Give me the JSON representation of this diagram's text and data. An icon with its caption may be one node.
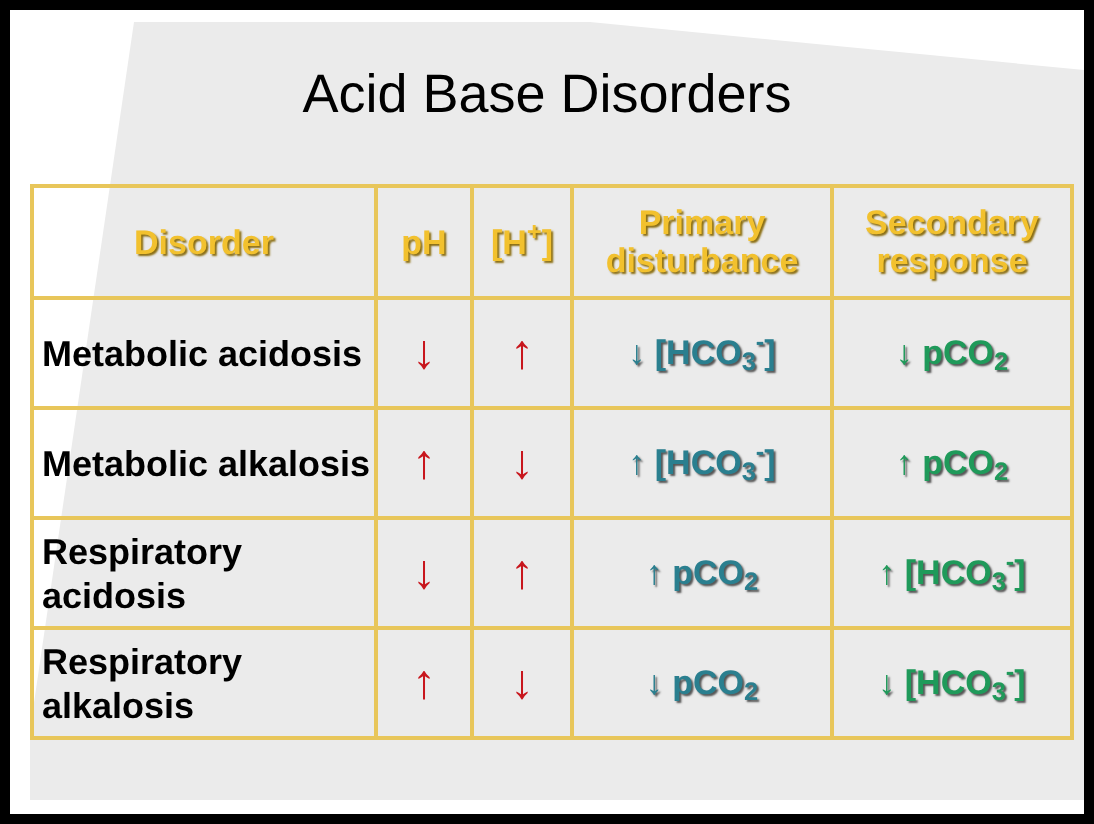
{
  "diagram": {
    "title": "Acid Base Disorders",
    "labels": [
      "Disorder",
      "pH",
      "[H$^{+}$]",
      "Primary disturbance",
      "Secondary response",
      "Metabolic acidosis",
      "↓",
      "↑",
      "↓ [HCO$_{3}$$^{-}$]",
      "↓ pCO$_{2}$",
      "Metabolic alkalosis",
      "↑",
      "↓",
      "↑ [HCO$_{3}$$^{-}$]",
      "↑ pCO$_{2}$",
      "Respiratory acidosis",
      "↓",
      "↑",
      "↑ pCO$_{2}$",
      "↑ [HCO$_{3}$$^{-}$]",
      "Respiratory alkalosis",
      "↑",
      "↓",
      "↓ pCO$_{2}$",
      "↓ [HCO$_{3}$$^{-}$]"
    ]
  }
}
